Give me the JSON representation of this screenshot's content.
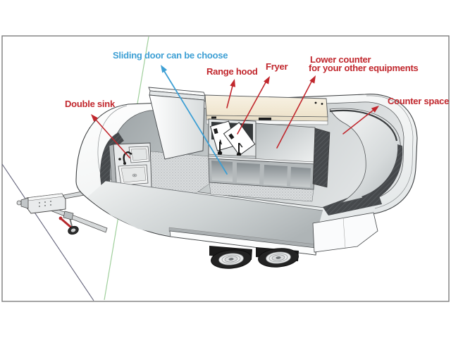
{
  "frame": {
    "border_color": "#7d7d7d",
    "background": "#ffffff"
  },
  "palette": {
    "red": "#c1272d",
    "blue": "#3d9fd4",
    "green_axis": "#9fcf9b",
    "dark_axis": "#63637a",
    "cream_counter": "#f3ebd9",
    "body_white": "#fdfdfe",
    "tire_black": "#232323"
  },
  "annotations": {
    "sliding_door": {
      "label": "Sliding door can be choose"
    },
    "double_sink": {
      "label": "Double sink"
    },
    "range_hood": {
      "label": "Range hood"
    },
    "fryer": {
      "label": "Fryer"
    },
    "lower_counter": {
      "line1": "Lower counter",
      "line2": "for your other equipments"
    },
    "counter_space": {
      "label": "Counter space"
    }
  }
}
